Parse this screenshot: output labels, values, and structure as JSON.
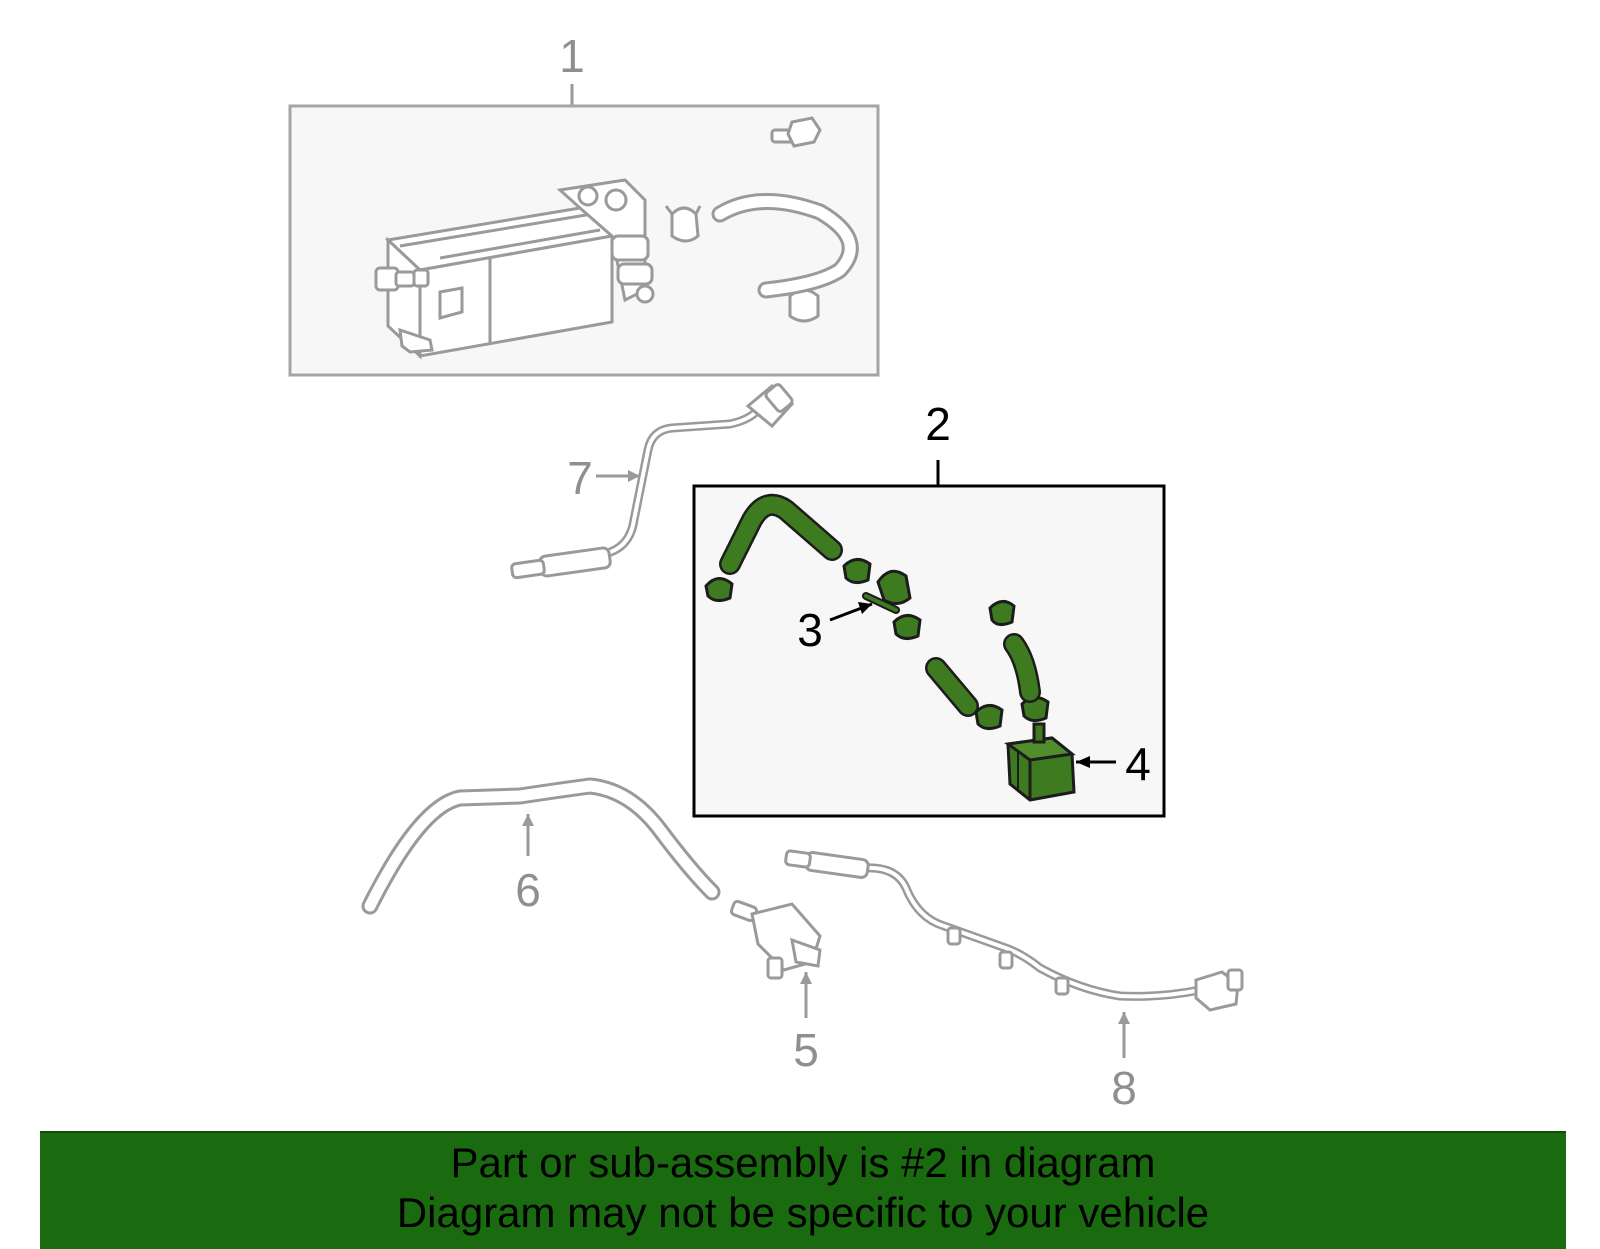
{
  "callouts": {
    "c1": "1",
    "c2": "2",
    "c3": "3",
    "c4": "4",
    "c5": "5",
    "c6": "6",
    "c7": "7",
    "c8": "8"
  },
  "banner": {
    "line1": "Part or sub-assembly is #2 in diagram",
    "line2": "Diagram may not be specific to your vehicle"
  },
  "colors": {
    "highlight_part": "#3e7b20",
    "banner": "#1a6b10",
    "context_part_outline": "#9a9a9a"
  }
}
